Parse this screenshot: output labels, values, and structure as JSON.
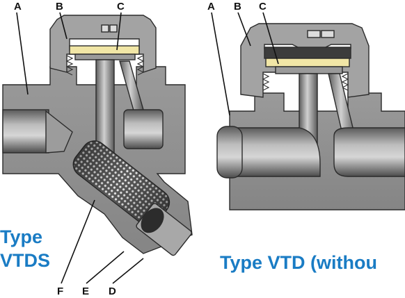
{
  "colors": {
    "body_gray": "#8f8f8f",
    "bore_gray": "#6f6f6f",
    "disc_yellow": "#f1e6a6",
    "caption_blue": "#1a7cc4",
    "screen_dark": "#3a3a3a"
  },
  "left_view": {
    "callouts": {
      "a": "A",
      "b": "B",
      "c": "C",
      "d": "D",
      "e": "E",
      "f": "F"
    },
    "caption_line1": "Type",
    "caption_line2": "VTDS"
  },
  "right_view": {
    "callouts": {
      "a": "A",
      "b": "B",
      "c": "C"
    },
    "caption": "Type VTD (withou"
  }
}
